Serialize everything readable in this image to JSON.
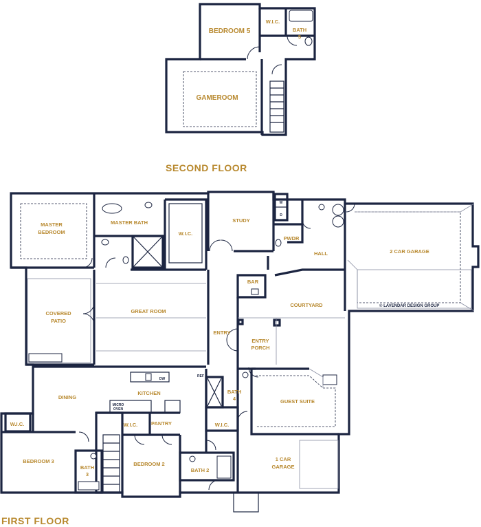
{
  "floors": {
    "second": "SECOND FLOOR",
    "first": "FIRST FLOOR"
  },
  "rooms": {
    "bedroom5": "BEDROOM 5",
    "wic_upper": "W.I.C.",
    "bath5_line1": "BATH",
    "bath5_line2": "5",
    "gameroom": "GAMEROOM",
    "master_bedroom_line1": "MASTER",
    "master_bedroom_line2": "BEDROOM",
    "master_bath": "MASTER BATH",
    "wic_master": "W.I.C.",
    "study": "STUDY",
    "w_label": "W",
    "d_label": "D",
    "pwdr": "PWDR",
    "hall": "HALL",
    "garage2": "2 CAR GARAGE",
    "bar": "BAR",
    "courtyard": "COURTYARD",
    "covered_patio_line1": "COVERED",
    "covered_patio_line2": "PATIO",
    "great_room": "GREAT ROOM",
    "entry": "ENTRY",
    "entry_porch_line1": "ENTRY",
    "entry_porch_line2": "PORCH",
    "dining": "DINING",
    "kitchen": "KITCHEN",
    "dw": "DW",
    "ref": "REF",
    "micro_oven_line1": "MICRO",
    "micro_oven_line2": "OVEN",
    "bath4_line1": "BATH",
    "bath4_line2": "4",
    "guest_suite": "GUEST SUITE",
    "wic_bed3": "W.I.C.",
    "wic_bed2": "W.I.C.",
    "pantry": "PANTRY",
    "wic_bath4": "W.I.C.",
    "bedroom3": "BEDROOM 3",
    "bath3_line1": "BATH",
    "bath3_line2": "3",
    "bedroom2": "BEDROOM 2",
    "bath2": "BATH 2",
    "garage1_line1": "1 CAR",
    "garage1_line2": "GARAGE"
  },
  "credit": "© LAVENDAR DESIGN GROUP",
  "colors": {
    "wall": "#1c2541",
    "label": "#b8892f"
  }
}
